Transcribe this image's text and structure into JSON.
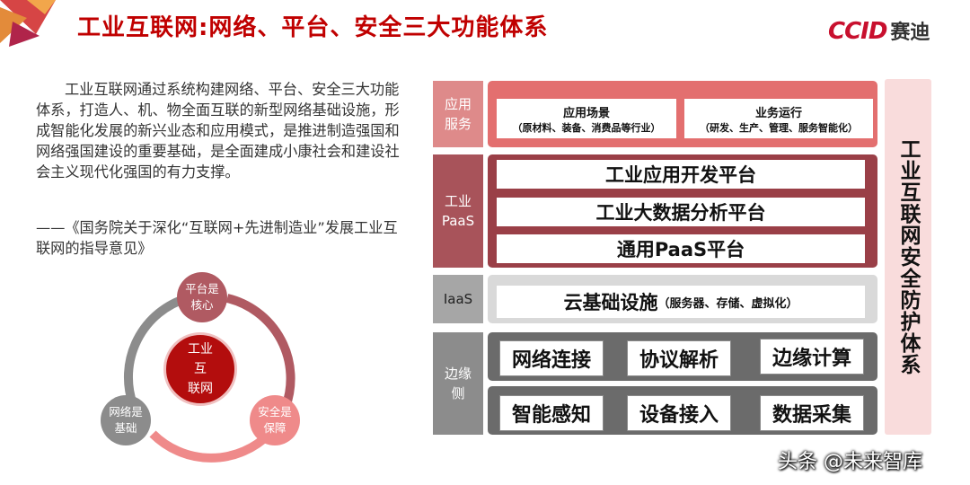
{
  "header": {
    "title": "工业互联网:网络、平台、安全三大功能体系",
    "logo_text": "CCID",
    "logo_cn": "赛迪"
  },
  "left": {
    "intro": "工业互联网通过系统构建网络、平台、安全三大功能体系，打造人、机、物全面互联的新型网络基础设施，形成智能化发展的新兴业态和应用模式，是推进制造强国和网络强国建设的重要基础，是全面建成小康社会和建设社会主义现代化强国的有力支撑。",
    "quote": "——《国务院关于深化“互联网+先进制造业”发展工业互联网的指导意见》"
  },
  "cycle": {
    "center": [
      "工业互",
      "联网"
    ],
    "top": [
      "平台是",
      "核心"
    ],
    "left": [
      "网络是",
      "基础"
    ],
    "right": [
      "安全是",
      "保障"
    ]
  },
  "stack": {
    "app": {
      "label": [
        "应用",
        "服务"
      ],
      "items": [
        {
          "title": "应用场景",
          "sub": "（原材料、装备、消费品等行业）"
        },
        {
          "title": "业务运行",
          "sub": "（研发、生产、管理、服务智能化）"
        }
      ]
    },
    "paas": {
      "label": [
        "工业",
        "PaaS"
      ],
      "items": [
        "工业应用开发平台",
        "工业大数据分析平台",
        "通用PaaS平台"
      ]
    },
    "iaas": {
      "label": "IaaS",
      "main": "云基础设施",
      "sub": "（服务器、存储、虚拟化）"
    },
    "edge": {
      "label": [
        "边缘",
        "侧"
      ],
      "row1": [
        "网络连接",
        "协议解析",
        "边缘计算"
      ],
      "row2": [
        "智能感知",
        "设备接入",
        "数据采集"
      ]
    },
    "security": "工业互联网安全防护体系"
  },
  "watermark": "头条 @未来智库",
  "colors": {
    "title": "#c00000",
    "app_label": "#de8a8a",
    "app_band": "#e36f6f",
    "paas_label": "#a8535a",
    "paas_band": "#9a3f47",
    "iaas_label": "#a6a6a6",
    "iaas_band": "#d9d9d9",
    "edge_label": "#8c8c8c",
    "edge_band": "#6b6b6b",
    "security_bg": "#f9dcdc"
  }
}
